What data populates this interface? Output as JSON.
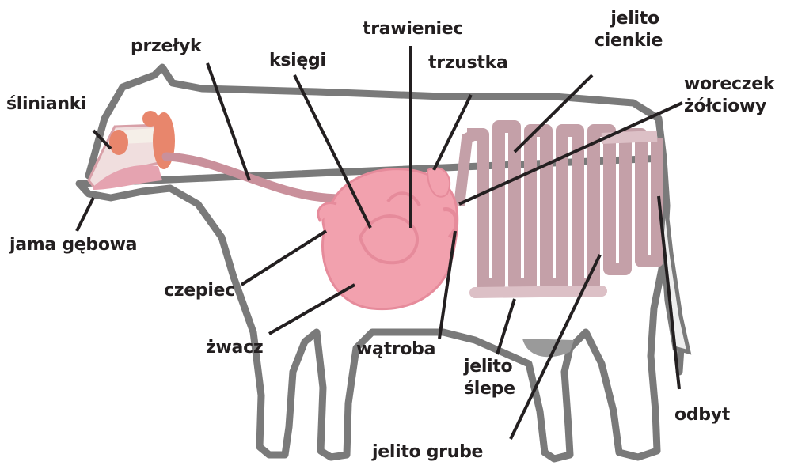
{
  "diagram": {
    "labels": {
      "slinianki": "ślinianki",
      "przelyk": "przełyk",
      "ksiegi": "księgi",
      "trawieniec": "trawieniec",
      "trzustka": "trzustka",
      "jelito_cienkie_1": "jelito",
      "jelito_cienkie_2": "cienkie",
      "woreczek_1": "woreczek",
      "woreczek_2": "żółciowy",
      "jama_gebowa": "jama gębowa",
      "czepiec": "czepiec",
      "zwacz": "żwacz",
      "watroba": "wątroba",
      "jelito_slepe_1": "jelito",
      "jelito_slepe_2": "ślepe",
      "jelito_grube": "jelito grube",
      "odbyt": "odbyt"
    },
    "colors": {
      "outline": "#7a7a7a",
      "stomach": "#f2a1ae",
      "stomach_edge": "#e68b9b",
      "esophagus": "#c9909b",
      "glands": "#e8866c",
      "intestine": "#c4a0a8",
      "intestine_light": "#dcc0c6",
      "leader": "#231f20"
    }
  }
}
